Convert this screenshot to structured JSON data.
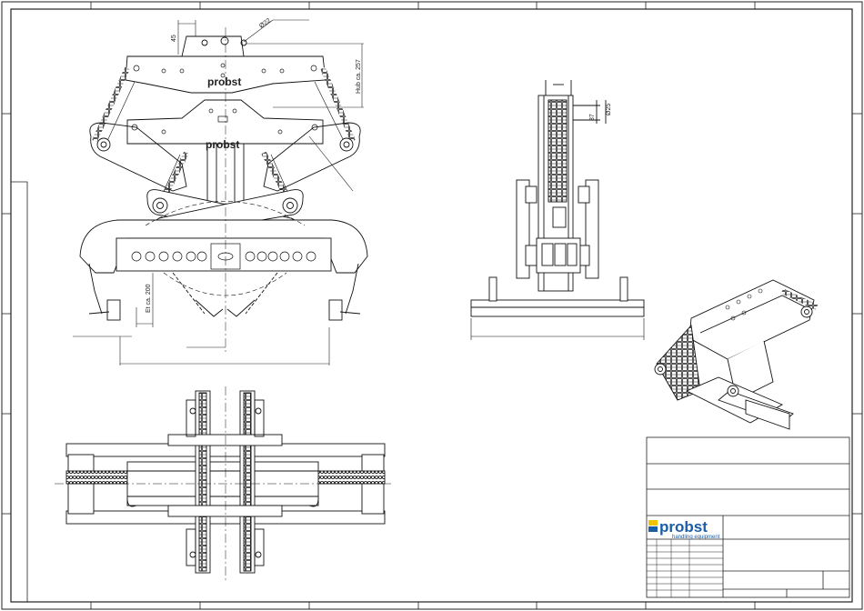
{
  "dimensions": {
    "top_offset": "45",
    "hole_diameter": "Ø22",
    "stroke": "Hub ca. 257",
    "lower_opening": "Et ca. 200",
    "side_37": "37",
    "side_dia": "Ø25"
  },
  "engraving": {
    "upper": "probst",
    "lower": "probst"
  },
  "title_block": {
    "company": "probst",
    "tagline": "handling equipment"
  },
  "colors": {
    "line": "#1a1a1a",
    "brand_blue": "#1b5ea8",
    "brand_yellow": "#f2c400"
  }
}
